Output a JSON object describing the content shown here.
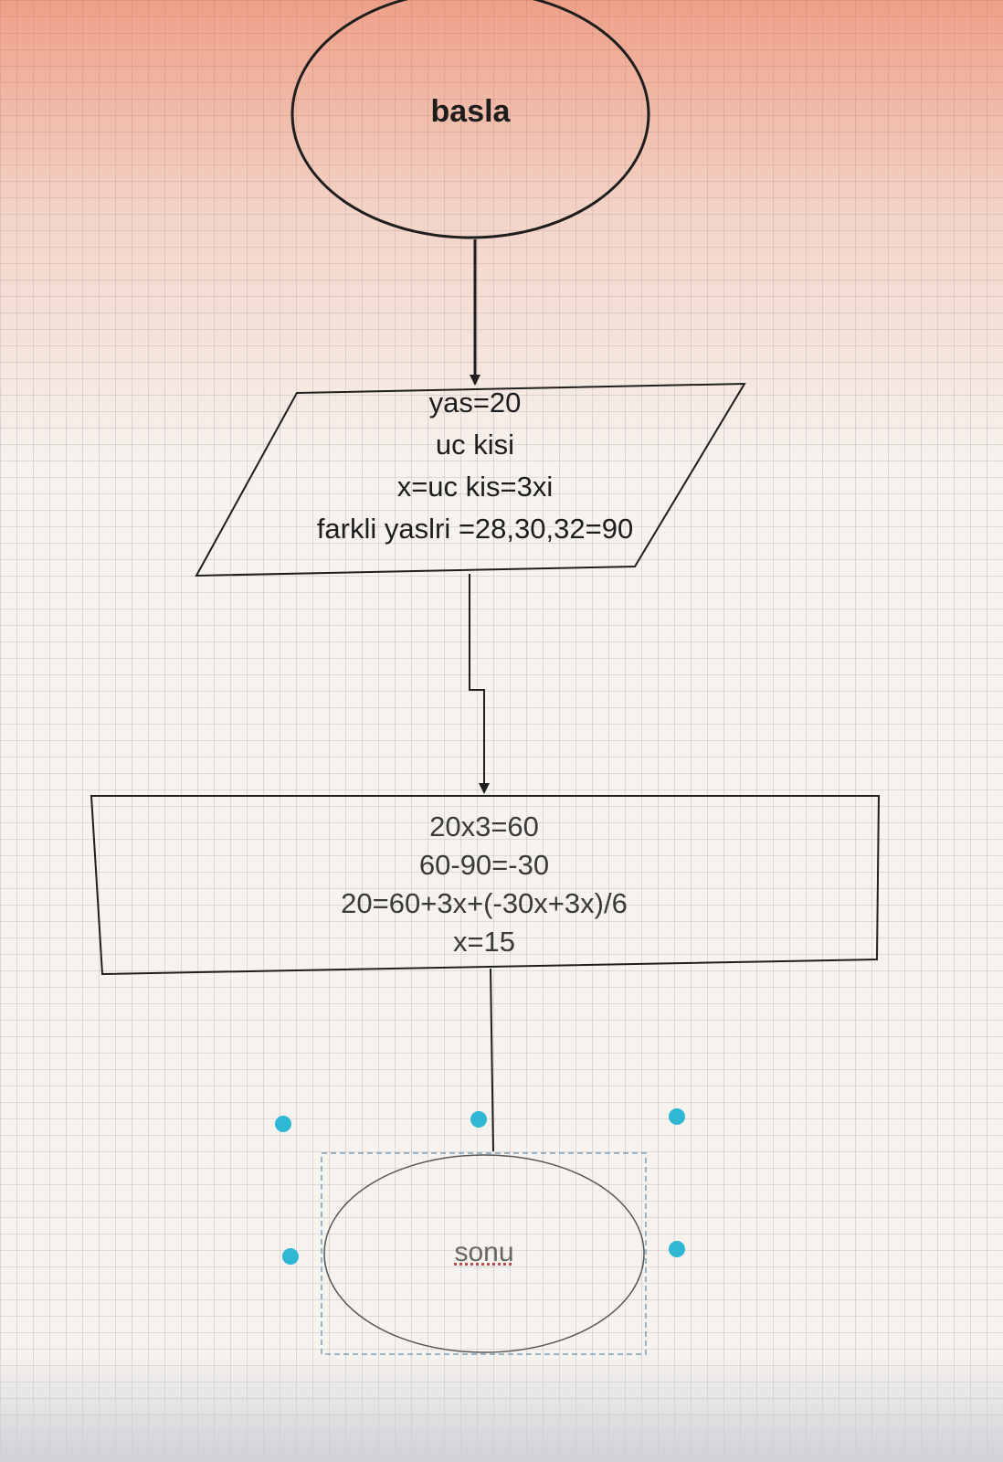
{
  "diagram": {
    "start": {
      "label": "basla"
    },
    "input": {
      "lines": [
        "yas=20",
        "uc kisi",
        "x=uc kis=3xi",
        "farkli yaslri =28,30,32=90"
      ]
    },
    "process": {
      "lines": [
        "20x3=60",
        "60-90=-30",
        "20=60+3x+(-30x+3x)/6",
        "x=15"
      ]
    },
    "end": {
      "label": "sonu"
    },
    "colors": {
      "stroke": "#1e1e1e",
      "selection_handle": "#2fb7d6",
      "selection_box": "#7aa0b8",
      "background_top": "#e85c34"
    }
  }
}
